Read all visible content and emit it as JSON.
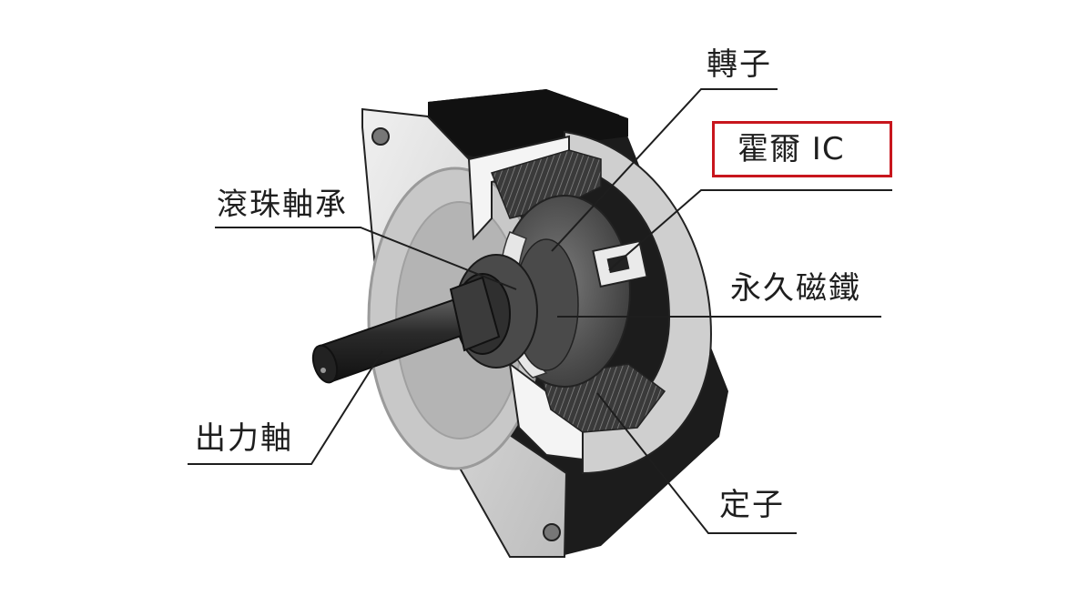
{
  "labels": {
    "rotor": "轉子",
    "hall_ic": "霍爾 IC",
    "ball_bearing": "滾珠軸承",
    "permanent_magnet": "永久磁鐵",
    "output_shaft": "出力軸",
    "stator": "定子"
  },
  "colors": {
    "highlight": "#c8161d",
    "leader": "#1e1e1e",
    "housing_dark": "#1c1c1c",
    "housing_light": "#d9d9d9",
    "rotor": "#555555"
  }
}
